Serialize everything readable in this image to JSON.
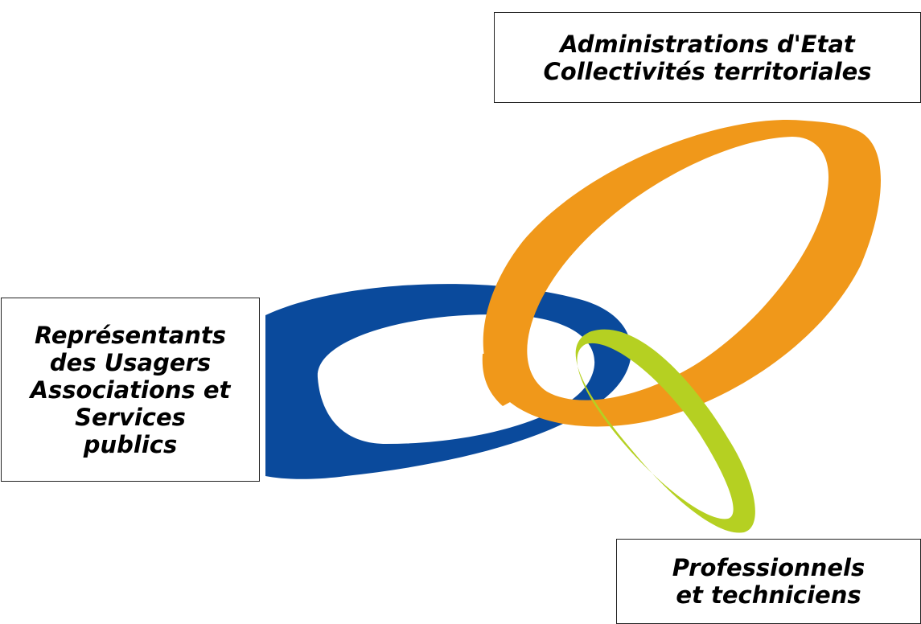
{
  "logo": {
    "colors": {
      "blue": "#0a4a9c",
      "orange": "#f0981a",
      "green": "#b5d022"
    }
  },
  "labels": {
    "administrations": {
      "lines": [
        "Administrations d'Etat",
        "Collectivités territoriales"
      ]
    },
    "usagers": {
      "lines": [
        "Représentants",
        "des Usagers",
        "Associations et",
        "Services",
        "publics"
      ]
    },
    "professionnels": {
      "lines": [
        "Professionnels",
        "et techniciens"
      ]
    }
  }
}
